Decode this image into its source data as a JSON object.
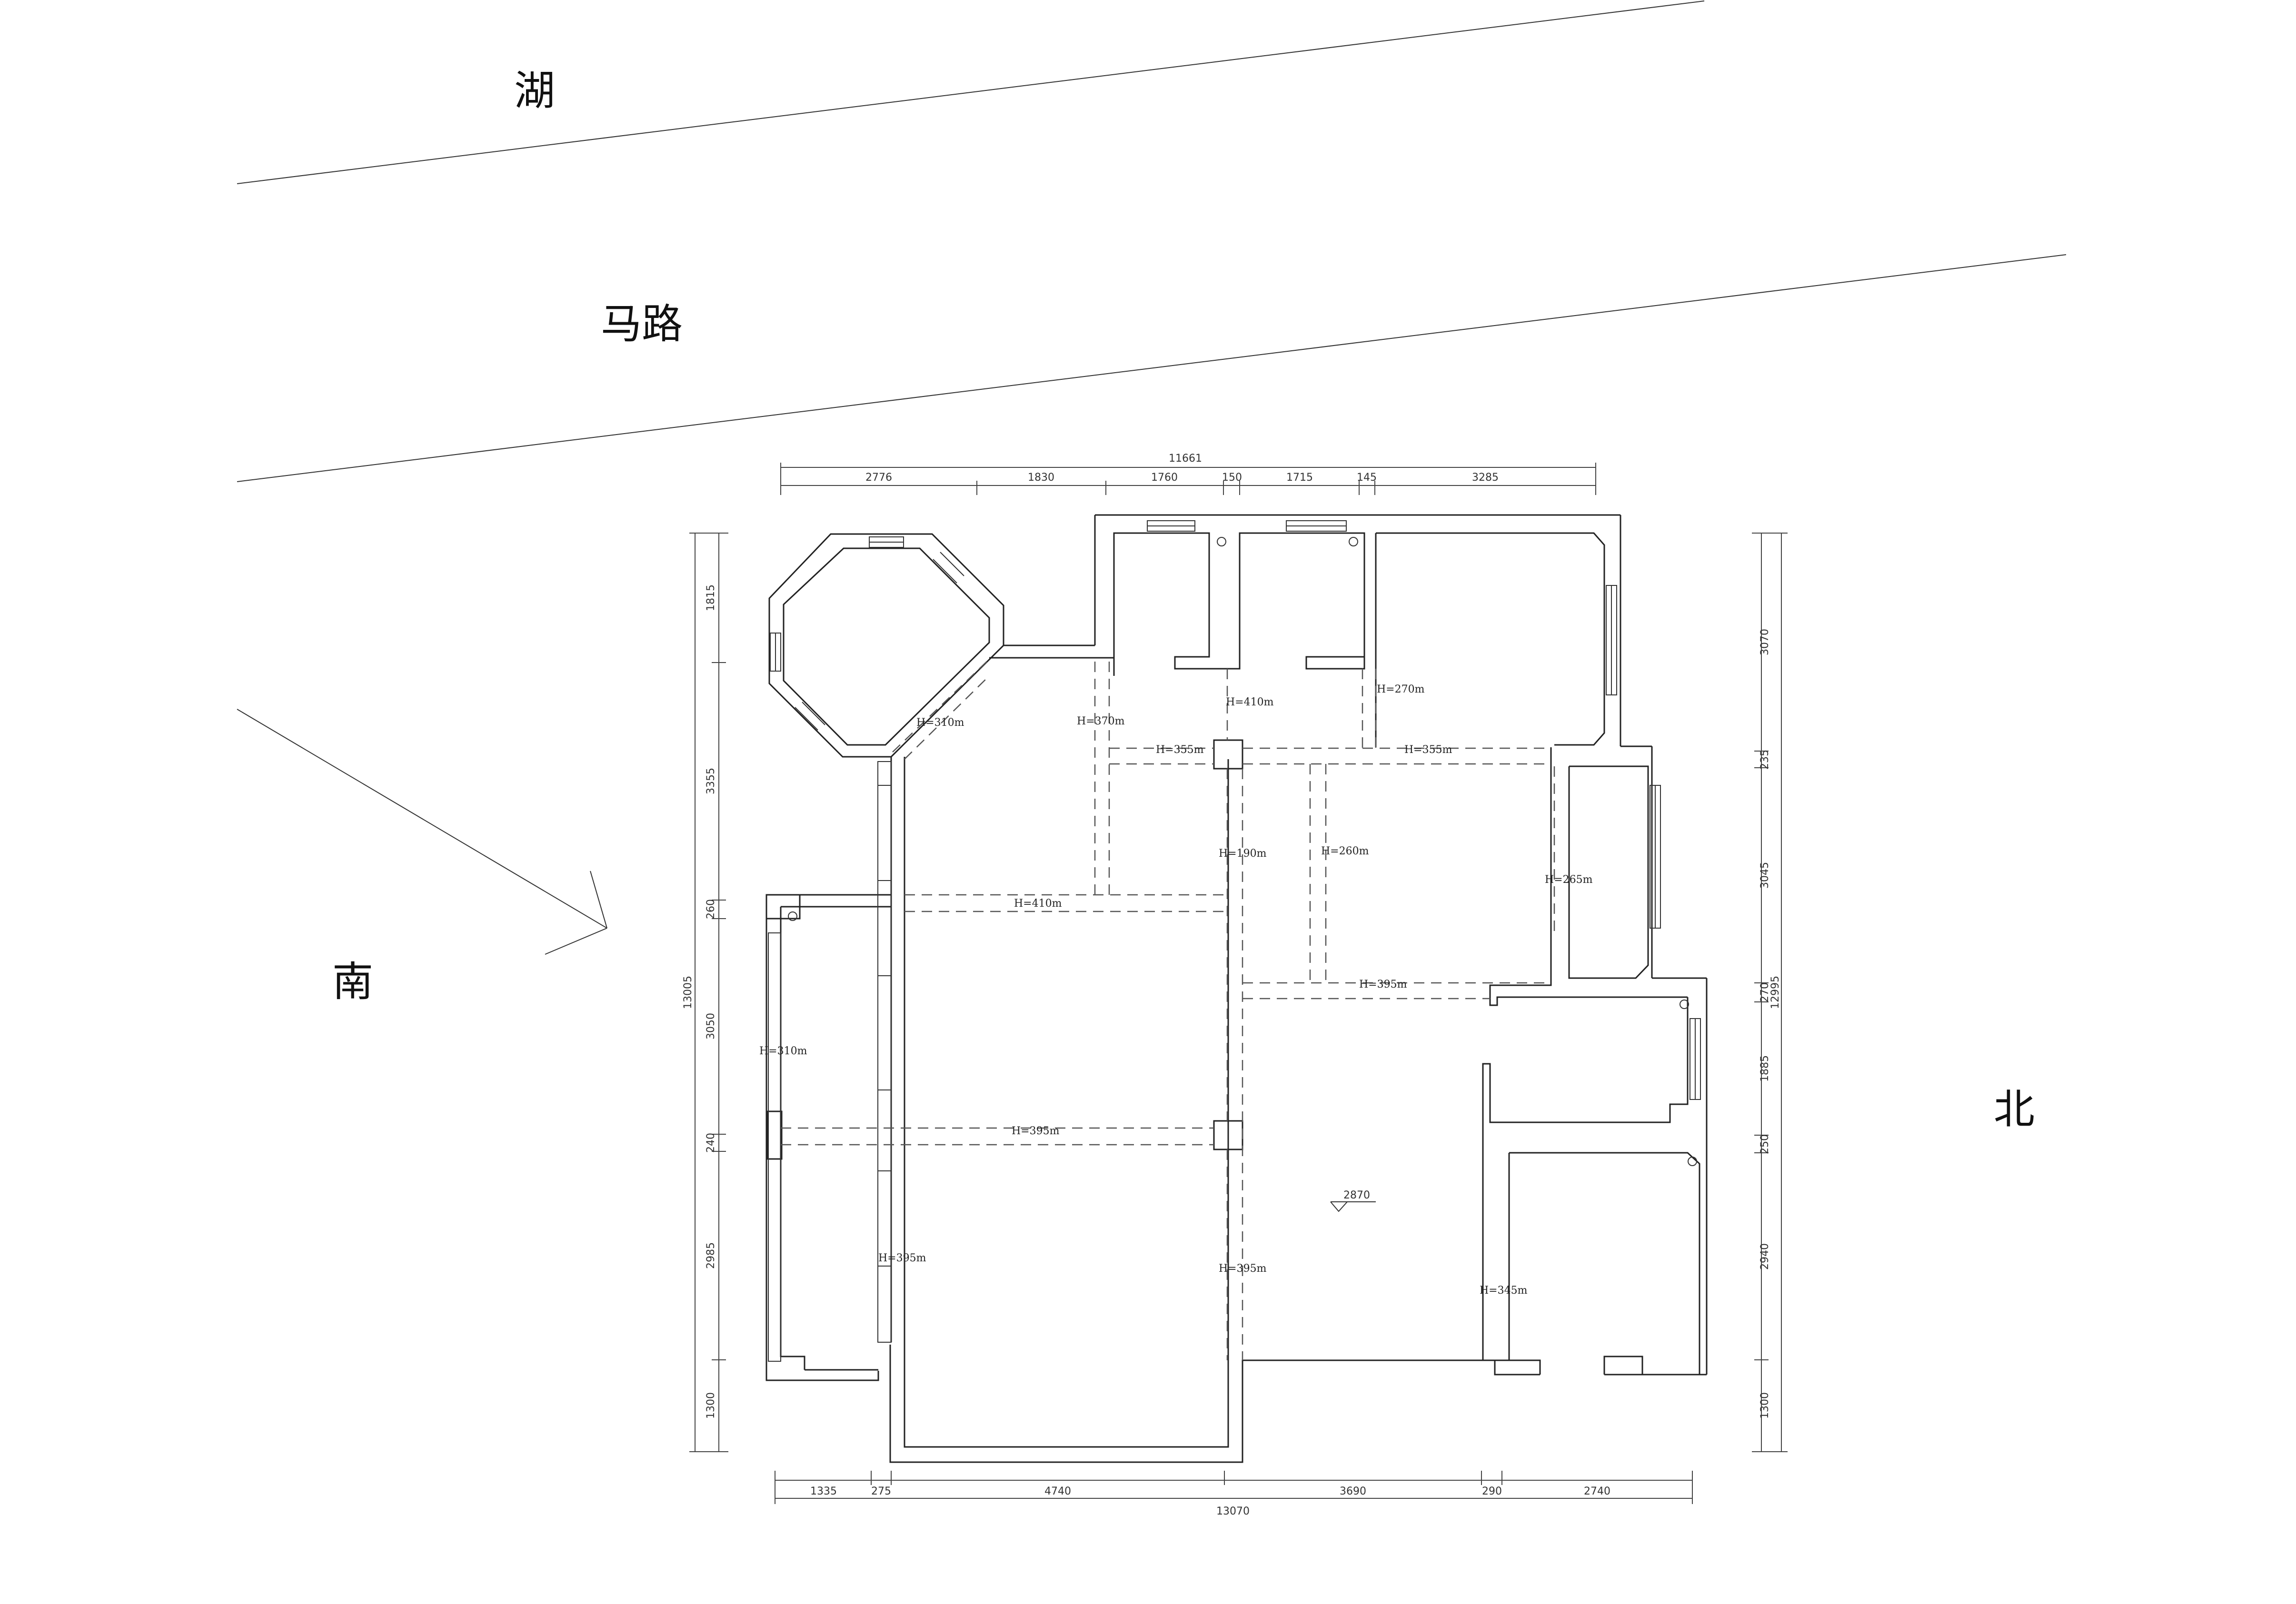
{
  "labels": {
    "lake": "湖",
    "road": "马路",
    "south": "南",
    "north": "北"
  },
  "dimensions": {
    "top_total": "11661",
    "top": [
      "2776",
      "1830",
      "1760",
      "150",
      "1715",
      "145",
      "3285"
    ],
    "bottom_total": "13070",
    "bottom": [
      "1335",
      "275",
      "4740",
      "3690",
      "290",
      "2740"
    ],
    "left_total": "13005",
    "left": [
      "1815",
      "3355",
      "260",
      "3050",
      "240",
      "2985",
      "1300"
    ],
    "right_total": "12995",
    "right": [
      "3070",
      "235",
      "3045",
      "270",
      "1885",
      "250",
      "2940",
      "1300"
    ]
  },
  "beam_heights": {
    "h1": "H=310m",
    "h2": "H=370m",
    "h3": "H=410m",
    "h4": "H=270m",
    "h5": "H=355m",
    "h6": "H=355m",
    "h7": "H=410m",
    "h8": "H=190m",
    "h9": "H=260m",
    "h10": "H=265m",
    "h11": "H=395m",
    "h12": "H=310m",
    "h13": "H=395m",
    "h14": "H=395m",
    "h15": "H=395m",
    "h16": "H=345m"
  },
  "level_mark": "2870"
}
